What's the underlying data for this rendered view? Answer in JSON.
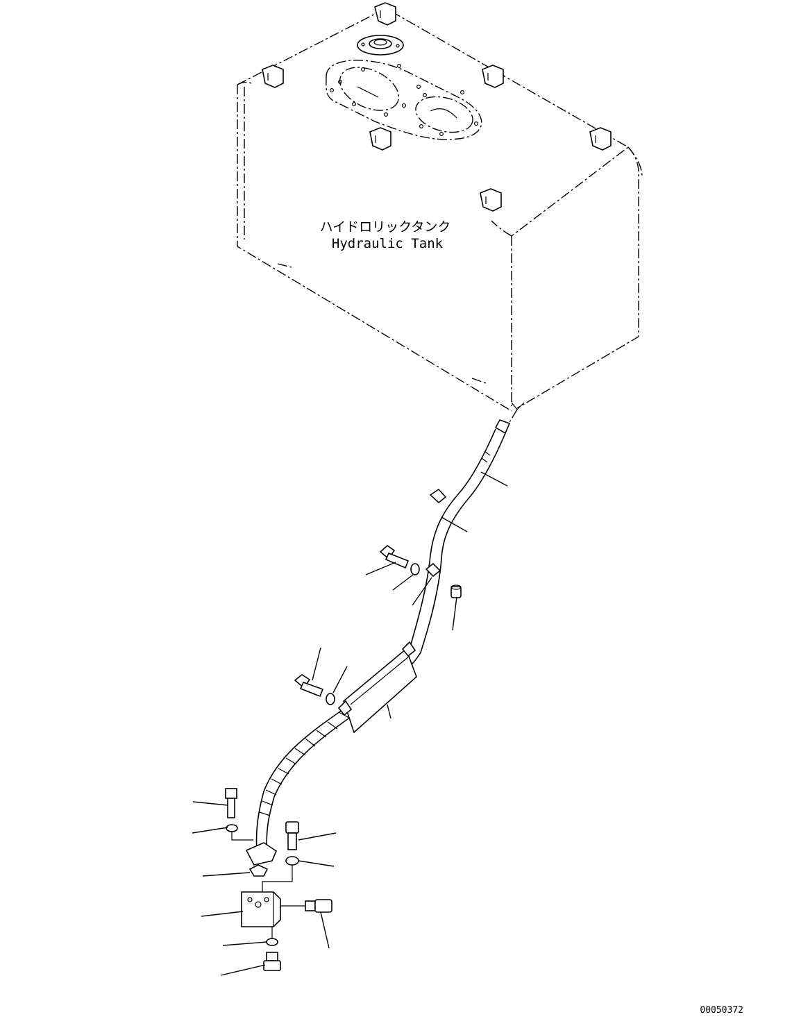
{
  "tank": {
    "label_jp": "ハイドロリックタンク",
    "label_en": "Hydraulic Tank"
  },
  "drawing_number": "00050372"
}
